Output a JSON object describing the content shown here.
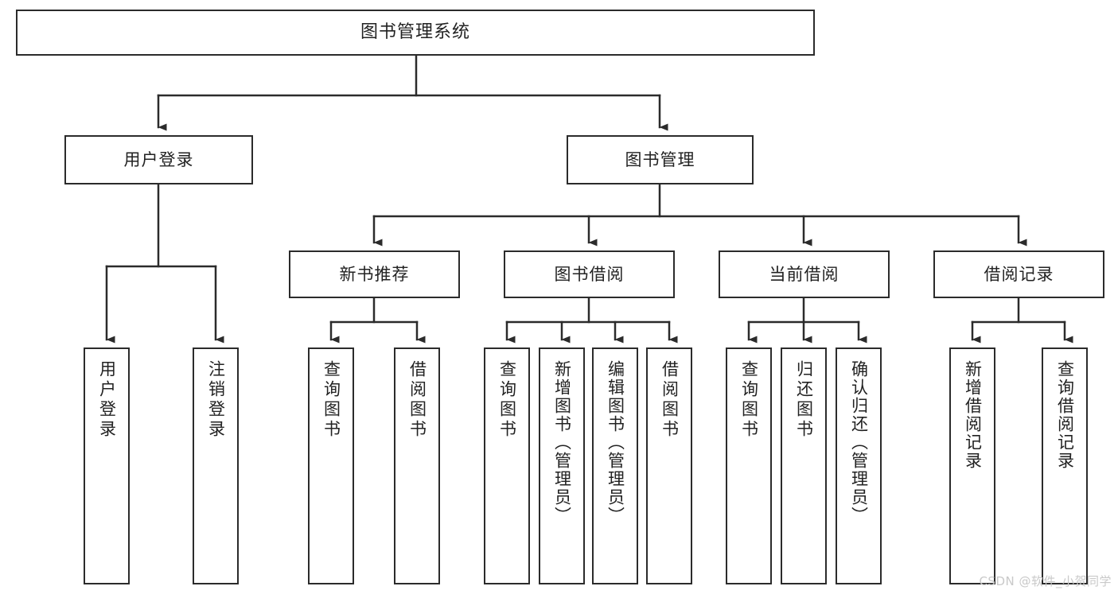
{
  "diagram": {
    "kind": "functional-structure-tree",
    "root": {
      "id": "root",
      "label": "图书管理系统"
    },
    "level2": [
      {
        "id": "user-login",
        "label": "用户登录"
      },
      {
        "id": "book-manage",
        "label": "图书管理"
      }
    ],
    "level3": [
      {
        "id": "new-book-recommend",
        "label": "新书推荐",
        "parent": "book-manage"
      },
      {
        "id": "book-borrow",
        "label": "图书借阅",
        "parent": "book-manage"
      },
      {
        "id": "current-borrow",
        "label": "当前借阅",
        "parent": "book-manage"
      },
      {
        "id": "borrow-record",
        "label": "借阅记录",
        "parent": "book-manage"
      }
    ],
    "leaves": [
      {
        "id": "leaf-user-login",
        "label": "用户登录",
        "parent": "user-login"
      },
      {
        "id": "leaf-user-logout",
        "label": "注销登录",
        "parent": "user-login"
      },
      {
        "id": "leaf-query-book-1",
        "label": "查询图书",
        "parent": "new-book-recommend"
      },
      {
        "id": "leaf-borrow-book-1",
        "label": "借阅图书",
        "parent": "new-book-recommend"
      },
      {
        "id": "leaf-query-book-2",
        "label": "查询图书",
        "parent": "book-borrow"
      },
      {
        "id": "leaf-add-book",
        "label": "新增图书（管理员）",
        "parent": "book-borrow"
      },
      {
        "id": "leaf-edit-book",
        "label": "编辑图书（管理员）",
        "parent": "book-borrow"
      },
      {
        "id": "leaf-borrow-book-2",
        "label": "借阅图书",
        "parent": "book-borrow"
      },
      {
        "id": "leaf-query-book-3",
        "label": "查询图书",
        "parent": "current-borrow"
      },
      {
        "id": "leaf-return-book",
        "label": "归还图书",
        "parent": "current-borrow"
      },
      {
        "id": "leaf-confirm-return",
        "label": "确认归还（管理员）",
        "parent": "current-borrow"
      },
      {
        "id": "leaf-add-record",
        "label": "新增借阅记录",
        "parent": "borrow-record"
      },
      {
        "id": "leaf-query-record",
        "label": "查询借阅记录",
        "parent": "borrow-record"
      }
    ],
    "colors": {
      "box_border": "#2b2b2b",
      "box_fill": "#ffffff",
      "connector": "#2b2b2b",
      "text": "#222222",
      "watermark": "#c9c9c9"
    }
  },
  "watermark": {
    "text": "CSDN @软件_小贺同学"
  }
}
